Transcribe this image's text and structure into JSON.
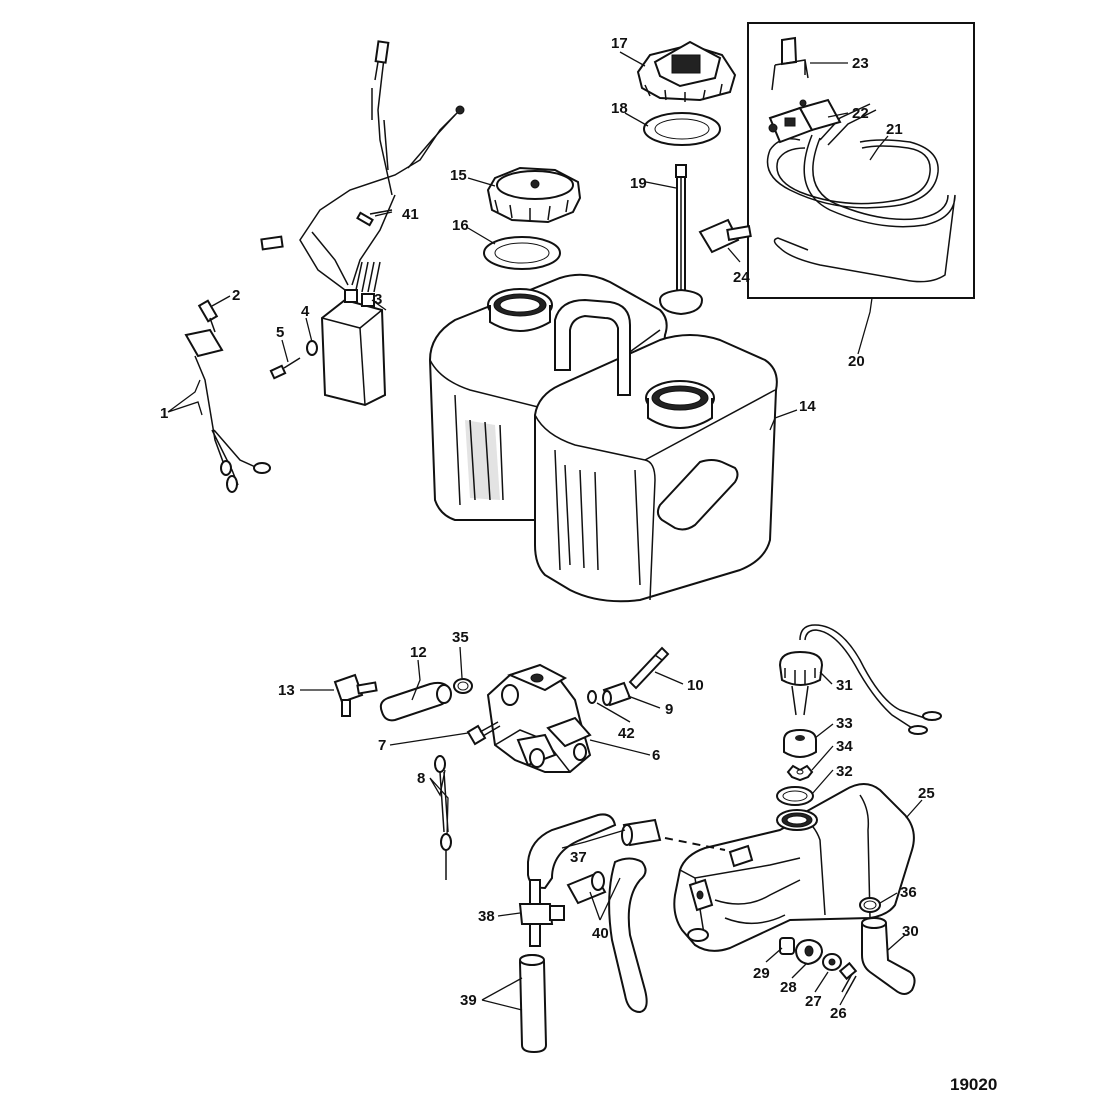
{
  "figure_number": "19020",
  "callouts": [
    "1",
    "2",
    "3",
    "4",
    "5",
    "6",
    "7",
    "8",
    "9",
    "10",
    "12",
    "13",
    "14",
    "15",
    "16",
    "17",
    "18",
    "19",
    "20",
    "21",
    "22",
    "23",
    "24",
    "25",
    "26",
    "27",
    "28",
    "29",
    "30",
    "31",
    "32",
    "33",
    "34",
    "35",
    "36",
    "37",
    "38",
    "39",
    "40",
    "41",
    "42"
  ],
  "colors": {
    "ink": "#111111",
    "paper": "#ffffff"
  }
}
